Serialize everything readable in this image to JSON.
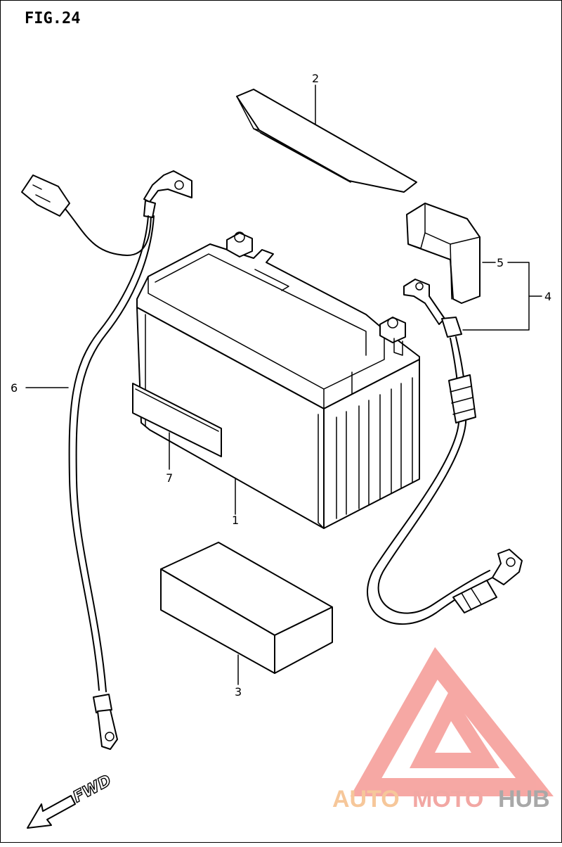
{
  "figure": {
    "title": "FIG.24",
    "direction_label": "FWD",
    "callouts": {
      "c1": "1",
      "c2": "2",
      "c3": "3",
      "c4": "4",
      "c5": "5",
      "c6": "6",
      "c7": "7"
    }
  },
  "watermark": {
    "part1": "AUTO",
    "part2": "MOTO",
    "part3": "HUB",
    "colors": {
      "auto": "#f6c79a",
      "moto": "#f2a7a3",
      "hub": "#a8a8a8",
      "logo": "#f48b86"
    }
  }
}
